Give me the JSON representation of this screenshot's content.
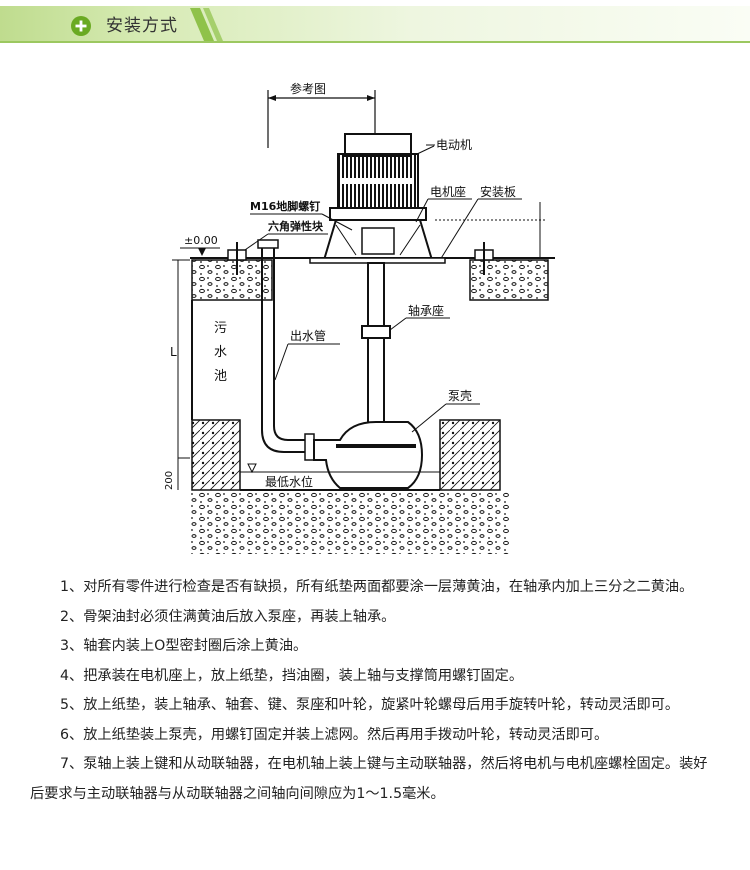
{
  "header": {
    "title": "安装方式",
    "colors": {
      "band": "#c9e3a0",
      "accent": "#76b82a",
      "icon": "plus-circle-icon"
    }
  },
  "diagram": {
    "labels": {
      "reference": "参考图",
      "motor": "电动机",
      "motor_seat": "电机座",
      "mount_plate": "安装板",
      "anchor_bolt": "M16地脚螺钉",
      "hex_block": "六角弹性块",
      "elevation": "±0.00",
      "tank_1": "污",
      "tank_2": "水",
      "tank_3": "池",
      "outlet_pipe": "出水管",
      "bearing_seat": "轴承座",
      "pump_casing": "泵壳",
      "min_water": "最低水位",
      "dim_l": "L",
      "dim_200": "200"
    }
  },
  "steps": [
    "1、对所有零件进行检查是否有缺损，所有纸垫两面都要涂一层薄黄油，在轴承内加上三分之二黄油。",
    "2、骨架油封必须住满黄油后放入泵座，再装上轴承。",
    "3、轴套内装上O型密封圈后涂上黄油。",
    "4、把承装在电机座上，放上纸垫，挡油圈，装上轴与支撑筒用螺钉固定。",
    "5、放上纸垫，装上轴承、轴套、键、泵座和叶轮，旋紧叶轮螺母后用手旋转叶轮，转动灵活即可。",
    "6、放上纸垫装上泵壳，用螺钉固定并装上滤网。然后再用手拨动叶轮，转动灵活即可。",
    "7、泵轴上装上键和从动联轴器，在电机轴上装上键与主动联轴器，然后将电机与电机座螺栓固定。装好后要求与主动联轴器与从动联轴器之间轴向间隙应为1～1.5毫米。"
  ]
}
